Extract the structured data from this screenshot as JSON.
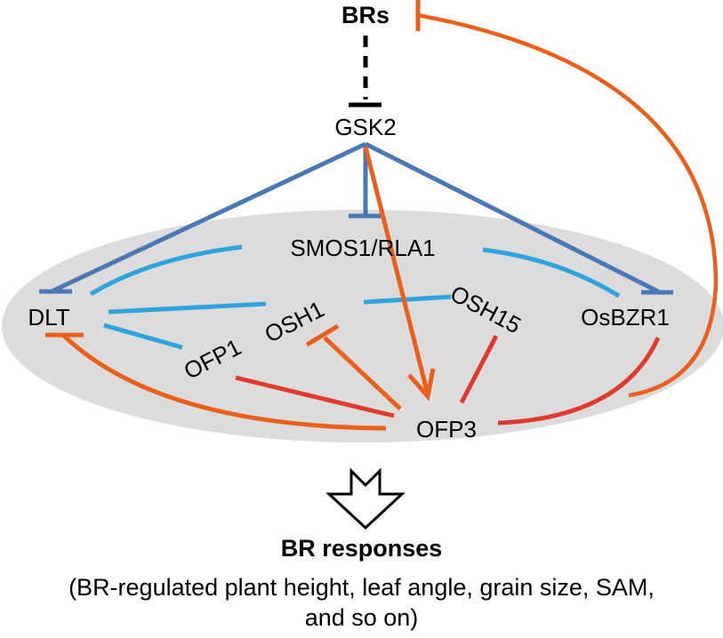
{
  "colors": {
    "ellipse": "#dcdcdc",
    "dark_blue": "#4a78b3",
    "light_blue": "#2ea3dc",
    "orange": "#e8601c",
    "red": "#e03a2e",
    "black": "#000000"
  },
  "nodes": {
    "brs": "BRs",
    "gsk2": "GSK2",
    "smos1": "SMOS1/RLA1",
    "dlt": "DLT",
    "osh1": "OSH1",
    "osh15": "OSH15",
    "osbzr1": "OsBZR1",
    "ofp1": "OFP1",
    "ofp3": "OFP3"
  },
  "edges": [
    {
      "from": "BRs",
      "to": "GSK2",
      "type": "inhibition",
      "style": "dashed",
      "color": "black"
    },
    {
      "from": "GSK2",
      "to": "DLT",
      "type": "inhibition",
      "color": "dark_blue"
    },
    {
      "from": "GSK2",
      "to": "SMOS1/RLA1",
      "type": "inhibition",
      "color": "dark_blue"
    },
    {
      "from": "GSK2",
      "to": "OsBZR1",
      "type": "inhibition",
      "color": "dark_blue"
    },
    {
      "from": "GSK2",
      "to": "OFP3",
      "type": "activation",
      "color": "orange"
    },
    {
      "from": "SMOS1/RLA1",
      "to": "DLT",
      "type": "interaction",
      "color": "light_blue"
    },
    {
      "from": "SMOS1/RLA1",
      "to": "OsBZR1",
      "type": "interaction",
      "color": "light_blue"
    },
    {
      "from": "DLT",
      "to": "OSH15",
      "type": "interaction",
      "color": "light_blue"
    },
    {
      "from": "DLT",
      "to": "OFP1",
      "type": "interaction",
      "color": "light_blue"
    },
    {
      "from": "OFP3",
      "to": "OSH1",
      "type": "inhibition",
      "color": "orange"
    },
    {
      "from": "OFP3",
      "to": "DLT",
      "type": "inhibition",
      "color": "orange"
    },
    {
      "from": "OFP3",
      "to": "OFP1",
      "type": "interaction",
      "color": "red"
    },
    {
      "from": "OFP3",
      "to": "OSH15",
      "type": "interaction",
      "color": "red"
    },
    {
      "from": "OFP3",
      "to": "OsBZR1",
      "type": "interaction",
      "color": "red"
    },
    {
      "from": "OFP3",
      "to": "BRs",
      "type": "inhibition",
      "color": "orange"
    }
  ],
  "output": {
    "arrow_icon": "hollow-down-arrow",
    "title": "BR responses",
    "line1": "(BR-regulated plant height, leaf angle, grain size, SAM,",
    "line2": "and so on)"
  }
}
